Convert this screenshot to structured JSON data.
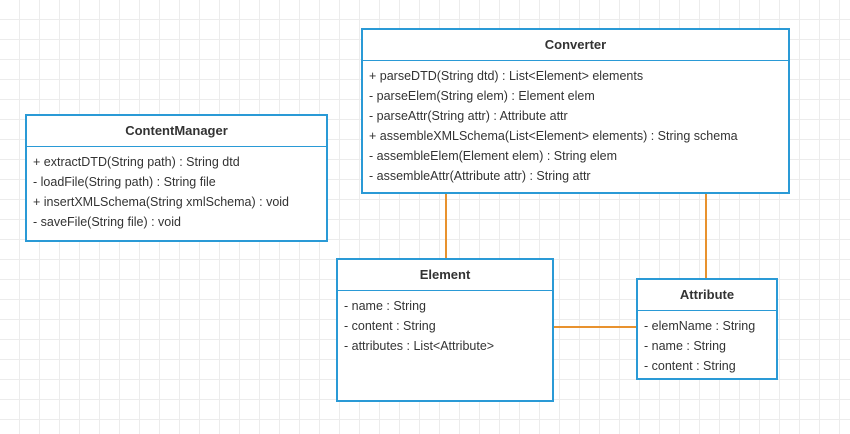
{
  "colors": {
    "class_border": "#2a9ad6",
    "connector": "#e8922e",
    "grid": "#ececec",
    "text": "#333333"
  },
  "classes": {
    "converter": {
      "name": "Converter",
      "members": [
        "+ parseDTD(String dtd) : List<Element> elements",
        "- parseElem(String elem) : Element elem",
        "- parseAttr(String attr) : Attribute attr",
        "+ assembleXMLSchema(List<Element> elements) : String schema",
        "- assembleElem(Element elem) : String elem",
        "- assembleAttr(Attribute attr) : String attr"
      ]
    },
    "content_manager": {
      "name": "ContentManager",
      "members": [
        "+ extractDTD(String path) : String dtd",
        "- loadFile(String path) : String file",
        "+ insertXMLSchema(String xmlSchema) : void",
        "- saveFile(String file) : void"
      ]
    },
    "element": {
      "name": "Element",
      "members": [
        "- name : String",
        "- content : String",
        "- attributes : List<Attribute>"
      ]
    },
    "attribute": {
      "name": "Attribute",
      "members": [
        "- elemName : String",
        "- name : String",
        "- content : String"
      ]
    }
  }
}
